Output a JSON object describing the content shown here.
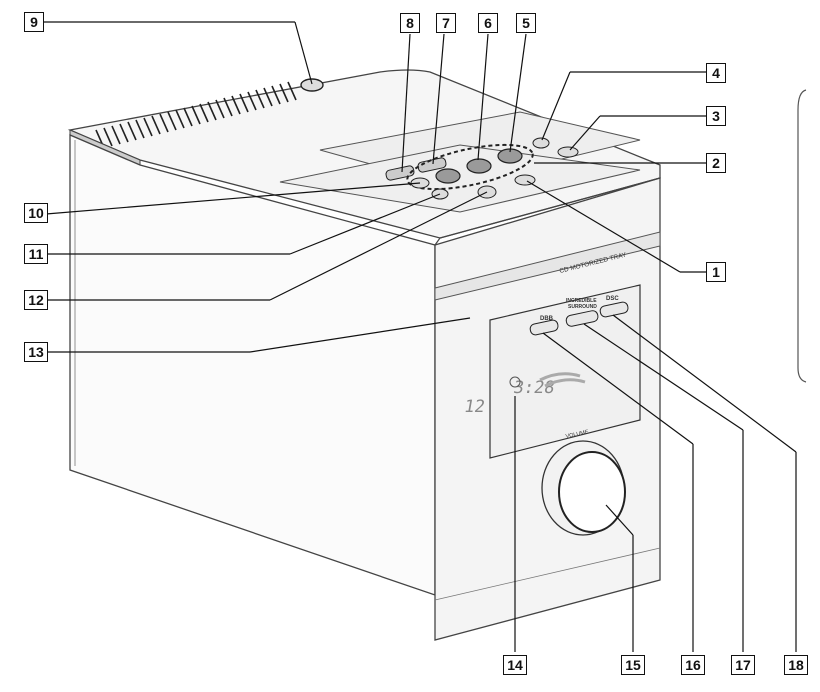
{
  "diagram": {
    "callouts": [
      {
        "id": "c1",
        "label": "1"
      },
      {
        "id": "c2",
        "label": "2"
      },
      {
        "id": "c3",
        "label": "3"
      },
      {
        "id": "c4",
        "label": "4"
      },
      {
        "id": "c5",
        "label": "5"
      },
      {
        "id": "c6",
        "label": "6"
      },
      {
        "id": "c7",
        "label": "7"
      },
      {
        "id": "c8",
        "label": "8"
      },
      {
        "id": "c9",
        "label": "9"
      },
      {
        "id": "c10",
        "label": "10"
      },
      {
        "id": "c11",
        "label": "11"
      },
      {
        "id": "c12",
        "label": "12"
      },
      {
        "id": "c13",
        "label": "13"
      },
      {
        "id": "c14",
        "label": "14"
      },
      {
        "id": "c15",
        "label": "15"
      },
      {
        "id": "c16",
        "label": "16"
      },
      {
        "id": "c17",
        "label": "17"
      },
      {
        "id": "c18",
        "label": "18"
      }
    ],
    "device_labels": {
      "tray": "CD MOTORIZED TRAY",
      "dbb": "DBB",
      "incredible_surround_top": "INCREDIBLE",
      "incredible_surround_bottom": "SURROUND",
      "dsc": "DSC",
      "volume": "VOLUME"
    },
    "display": {
      "track": "12",
      "time": "3:28"
    }
  }
}
